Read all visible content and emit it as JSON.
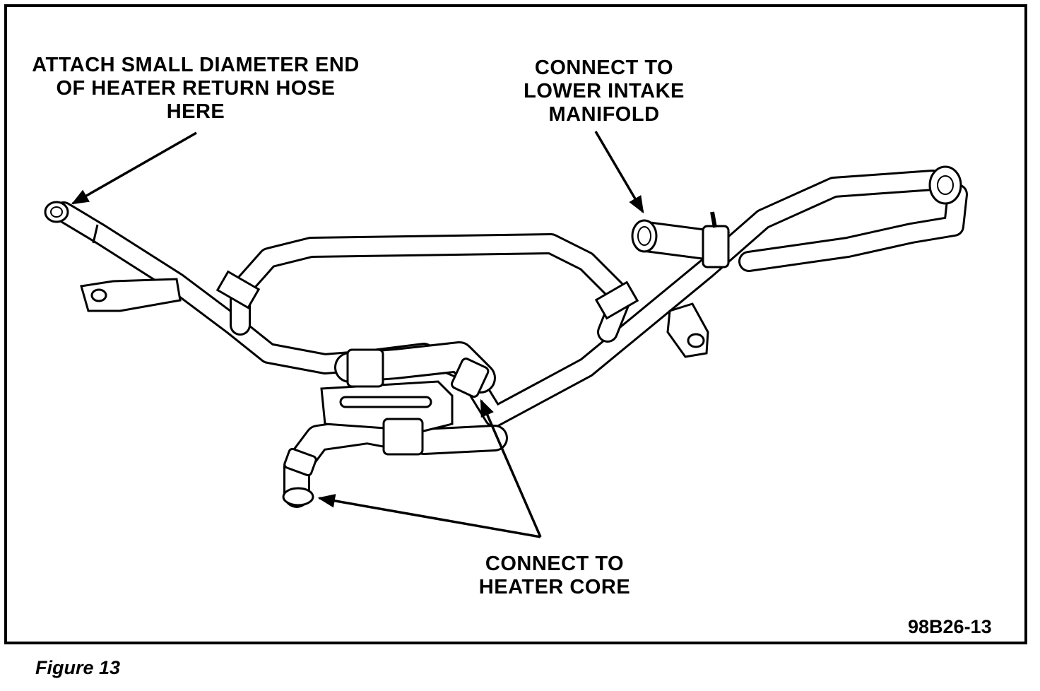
{
  "callouts": {
    "heater_return": [
      "ATTACH SMALL DIAMETER END",
      "OF HEATER RETURN HOSE",
      "HERE"
    ],
    "intake_manifold": [
      "CONNECT TO",
      "LOWER INTAKE",
      "MANIFOLD"
    ],
    "heater_core": [
      "CONNECT TO",
      "HEATER CORE"
    ]
  },
  "figure_code": "98B26-13",
  "caption": "Figure 13"
}
